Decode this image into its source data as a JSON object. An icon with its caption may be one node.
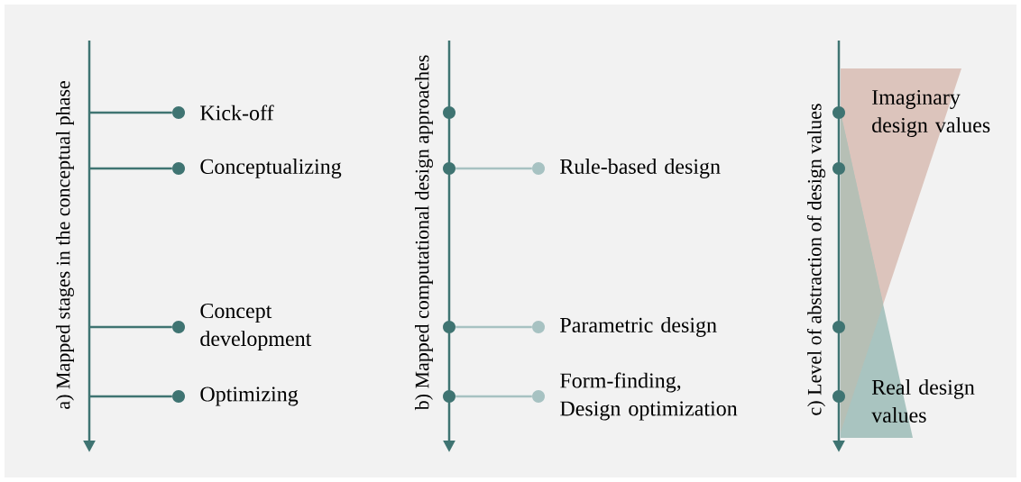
{
  "diagram": {
    "nodes": [
      {
        "text": [
          "Kick-off"
        ]
      },
      {
        "text": [
          "Conceptualizing"
        ]
      },
      {
        "text": [
          "Concept development"
        ]
      },
      {
        "text": [
          "Optimizing"
        ]
      },
      {
        "text": [],
        "shape": "circle"
      },
      {
        "text": [],
        "shape": "circle"
      },
      {
        "text": [],
        "shape": "circle"
      },
      {
        "text": [],
        "shape": "circle"
      },
      {
        "text": [
          "Rule-based design"
        ]
      },
      {
        "text": [
          "Parametric design"
        ]
      },
      {
        "text": [
          "Form-finding, Design optimization"
        ]
      },
      {
        "text": [
          "Imaginary design values"
        ]
      },
      {
        "text": [
          "Real design values"
        ]
      },
      {
        "text": [],
        "shape": "circle"
      },
      {
        "text": [],
        "shape": "circle"
      },
      {
        "text": [],
        "shape": "circle"
      },
      {
        "text": [],
        "shape": "circle"
      }
    ],
    "edges": [
      {
        "from": null,
        "to": 0,
        "arrow": "none"
      },
      {
        "from": null,
        "to": 1,
        "arrow": "none"
      },
      {
        "from": null,
        "to": 2,
        "arrow": "none"
      },
      {
        "from": null,
        "to": 3,
        "arrow": "none"
      },
      {
        "from": 5,
        "to": 8,
        "arrow": "none",
        "color": "#a7c2c2"
      },
      {
        "from": 6,
        "to": 9,
        "arrow": "none",
        "color": "#a7c2c2"
      },
      {
        "from": 7,
        "to": 10,
        "arrow": "none",
        "color": "#a7c2c2"
      }
    ],
    "labels": [
      "a) Mapped stages in the conceptual phase",
      "b) Mapped computational design approaches",
      "c) Level of abstraction of design values"
    ]
  }
}
